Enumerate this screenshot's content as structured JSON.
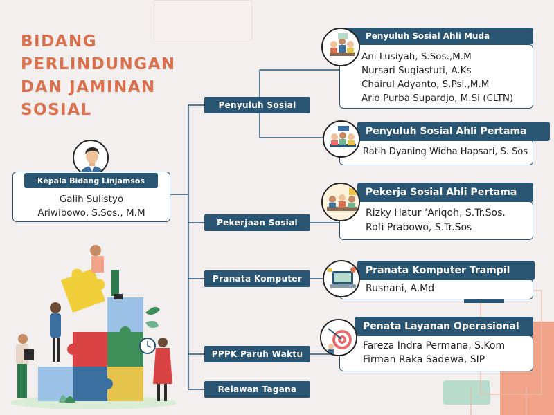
{
  "title_lines": [
    "BIDANG",
    "PERLINDUNGAN",
    "DAN JAMINAN",
    "SOSIAL"
  ],
  "head": {
    "role": "Kepala Bidang Linjamsos",
    "name_lines": [
      "Galih Sulistyo",
      "Ariwibowo, S.Sos., M.M"
    ]
  },
  "categories": [
    "Penyuluh Sosial",
    "Pekerjaan Sosial",
    "Pranata Komputer",
    "PPPK Paruh Waktu",
    "Relawan Tagana"
  ],
  "groups": [
    {
      "title": "Penyuluh Sosial Ahli Muda",
      "members": [
        "Ani Lusiyah, S.Sos.,M.M",
        "Nursari Sugiastuti, A.Ks",
        "Chairul Adyanto, S.Psi.,M.M",
        "Ario Purba Supardjo, M.Si (CLTN)"
      ]
    },
    {
      "title": "Penyuluh Sosial Ahli Pertama",
      "members": [
        "Ratih  Dyaning Widha Hapsari, S. Sos"
      ]
    },
    {
      "title": "Pekerja Sosial Ahli Pertama",
      "members": [
        "Rizky Hatur ‘Ariqoh, S.Tr.Sos.",
        "Rofi Prabowo, S.Tr.Sos"
      ]
    },
    {
      "title": "Pranata Komputer Trampil",
      "members": [
        "Rusnani, A.Md"
      ]
    },
    {
      "title": "Penata Layanan Operasional",
      "members": [
        "Fareza Indra Permana, S.Kom",
        "Firman Raka Sadewa, SIP"
      ]
    }
  ],
  "colors": {
    "background": "#f3efee",
    "title": "#d9714e",
    "navy": "#2a5573",
    "deco_salmon": "#f2a48a",
    "deco_mint": "#b8dccb"
  },
  "icons": [
    "avatar-man-icon",
    "team-meeting-icon",
    "laptop-icon",
    "target-icon",
    "puzzle-team-illustration"
  ]
}
